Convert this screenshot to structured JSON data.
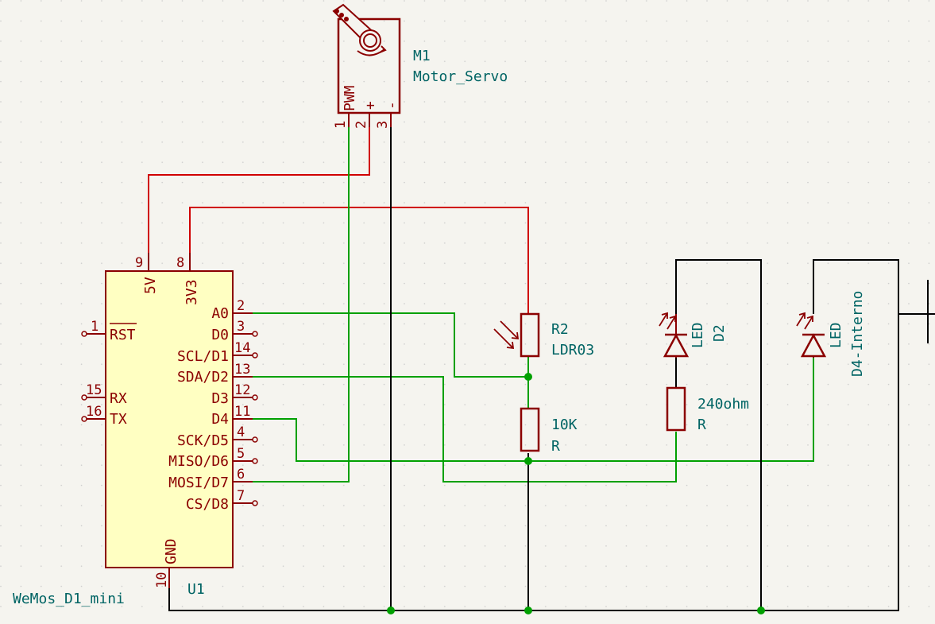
{
  "u1": {
    "ref": "U1",
    "value": "WeMos_D1_mini",
    "top_pins": [
      {
        "name": "5V",
        "num": "9"
      },
      {
        "name": "3V3",
        "num": "8"
      }
    ],
    "right_pins": [
      {
        "name": "A0",
        "num": "2"
      },
      {
        "name": "D0",
        "num": "3"
      },
      {
        "name": "SCL/D1",
        "num": "14"
      },
      {
        "name": "SDA/D2",
        "num": "13"
      },
      {
        "name": "D3",
        "num": "12"
      },
      {
        "name": "D4",
        "num": "11"
      },
      {
        "name": "SCK/D5",
        "num": "4"
      },
      {
        "name": "MISO/D6",
        "num": "5"
      },
      {
        "name": "MOSI/D7",
        "num": "6"
      },
      {
        "name": "CS/D8",
        "num": "7"
      }
    ],
    "left_pins": [
      {
        "name": "RST",
        "num": "1"
      },
      {
        "name": "RX",
        "num": "15"
      },
      {
        "name": "TX",
        "num": "16"
      }
    ],
    "bottom_pin": {
      "name": "GND",
      "num": "10"
    }
  },
  "m1": {
    "ref": "M1",
    "value": "Motor_Servo",
    "pins": [
      {
        "name": "PWM",
        "num": "1"
      },
      {
        "name": "+",
        "num": "2"
      },
      {
        "name": "-",
        "num": "3"
      }
    ]
  },
  "r2": {
    "ref": "R2",
    "value": "LDR03"
  },
  "r1": {
    "ref": "10K",
    "value": "R"
  },
  "r3": {
    "ref": "240ohm",
    "value": "R"
  },
  "d2": {
    "ref": "D2",
    "value": "LED"
  },
  "d4": {
    "ref": "D4-Interno",
    "value": "LED"
  },
  "colors": {
    "background": "#f5f4ef",
    "component": "#8b0000",
    "body_fill": "#ffffc2",
    "net_green": "#00a000",
    "net_red": "#d00000",
    "net_black": "#000000",
    "junction": "#00a000",
    "text_teal": "#006464"
  }
}
